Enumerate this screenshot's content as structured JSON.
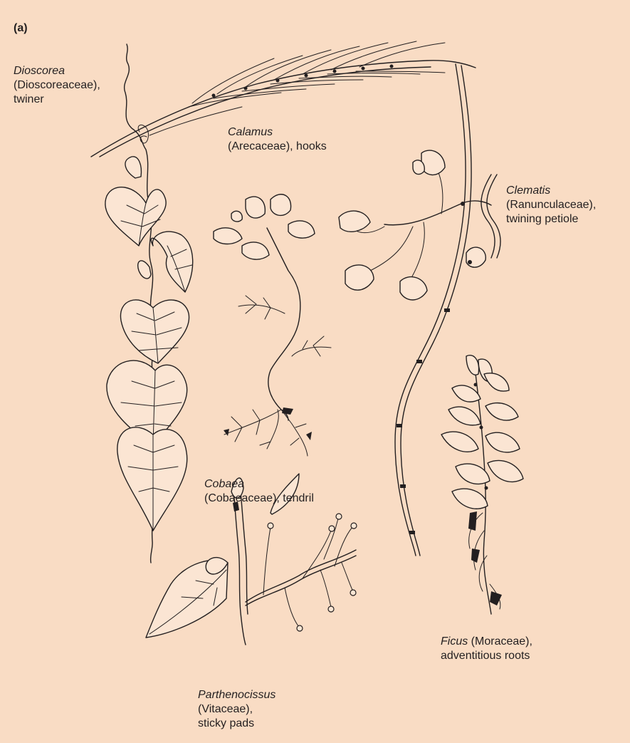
{
  "panel": "(a)",
  "labels": {
    "dioscorea": {
      "genus": "Dioscorea",
      "line2": "(Dioscoreaceae),",
      "line3": "twiner"
    },
    "calamus": {
      "genus": "Calamus",
      "line2": "(Arecaceae), hooks"
    },
    "clematis": {
      "genus": "Clematis",
      "line2": "(Ranunculaceae),",
      "line3": "twining petiole"
    },
    "cobaea": {
      "genus": "Cobaea",
      "line2": "(Cobaeaceae), tendril"
    },
    "ficus": {
      "genus": "Ficus",
      "rest": " (Moraceae),",
      "line2": "adventitious roots"
    },
    "parthenocissus": {
      "genus": "Parthenocissus",
      "line2": "(Vitaceae),",
      "line3": "sticky pads"
    }
  },
  "colors": {
    "background": "#f9dcc4",
    "ink": "#231f20",
    "leaf_fill": "#fbe5d3"
  }
}
